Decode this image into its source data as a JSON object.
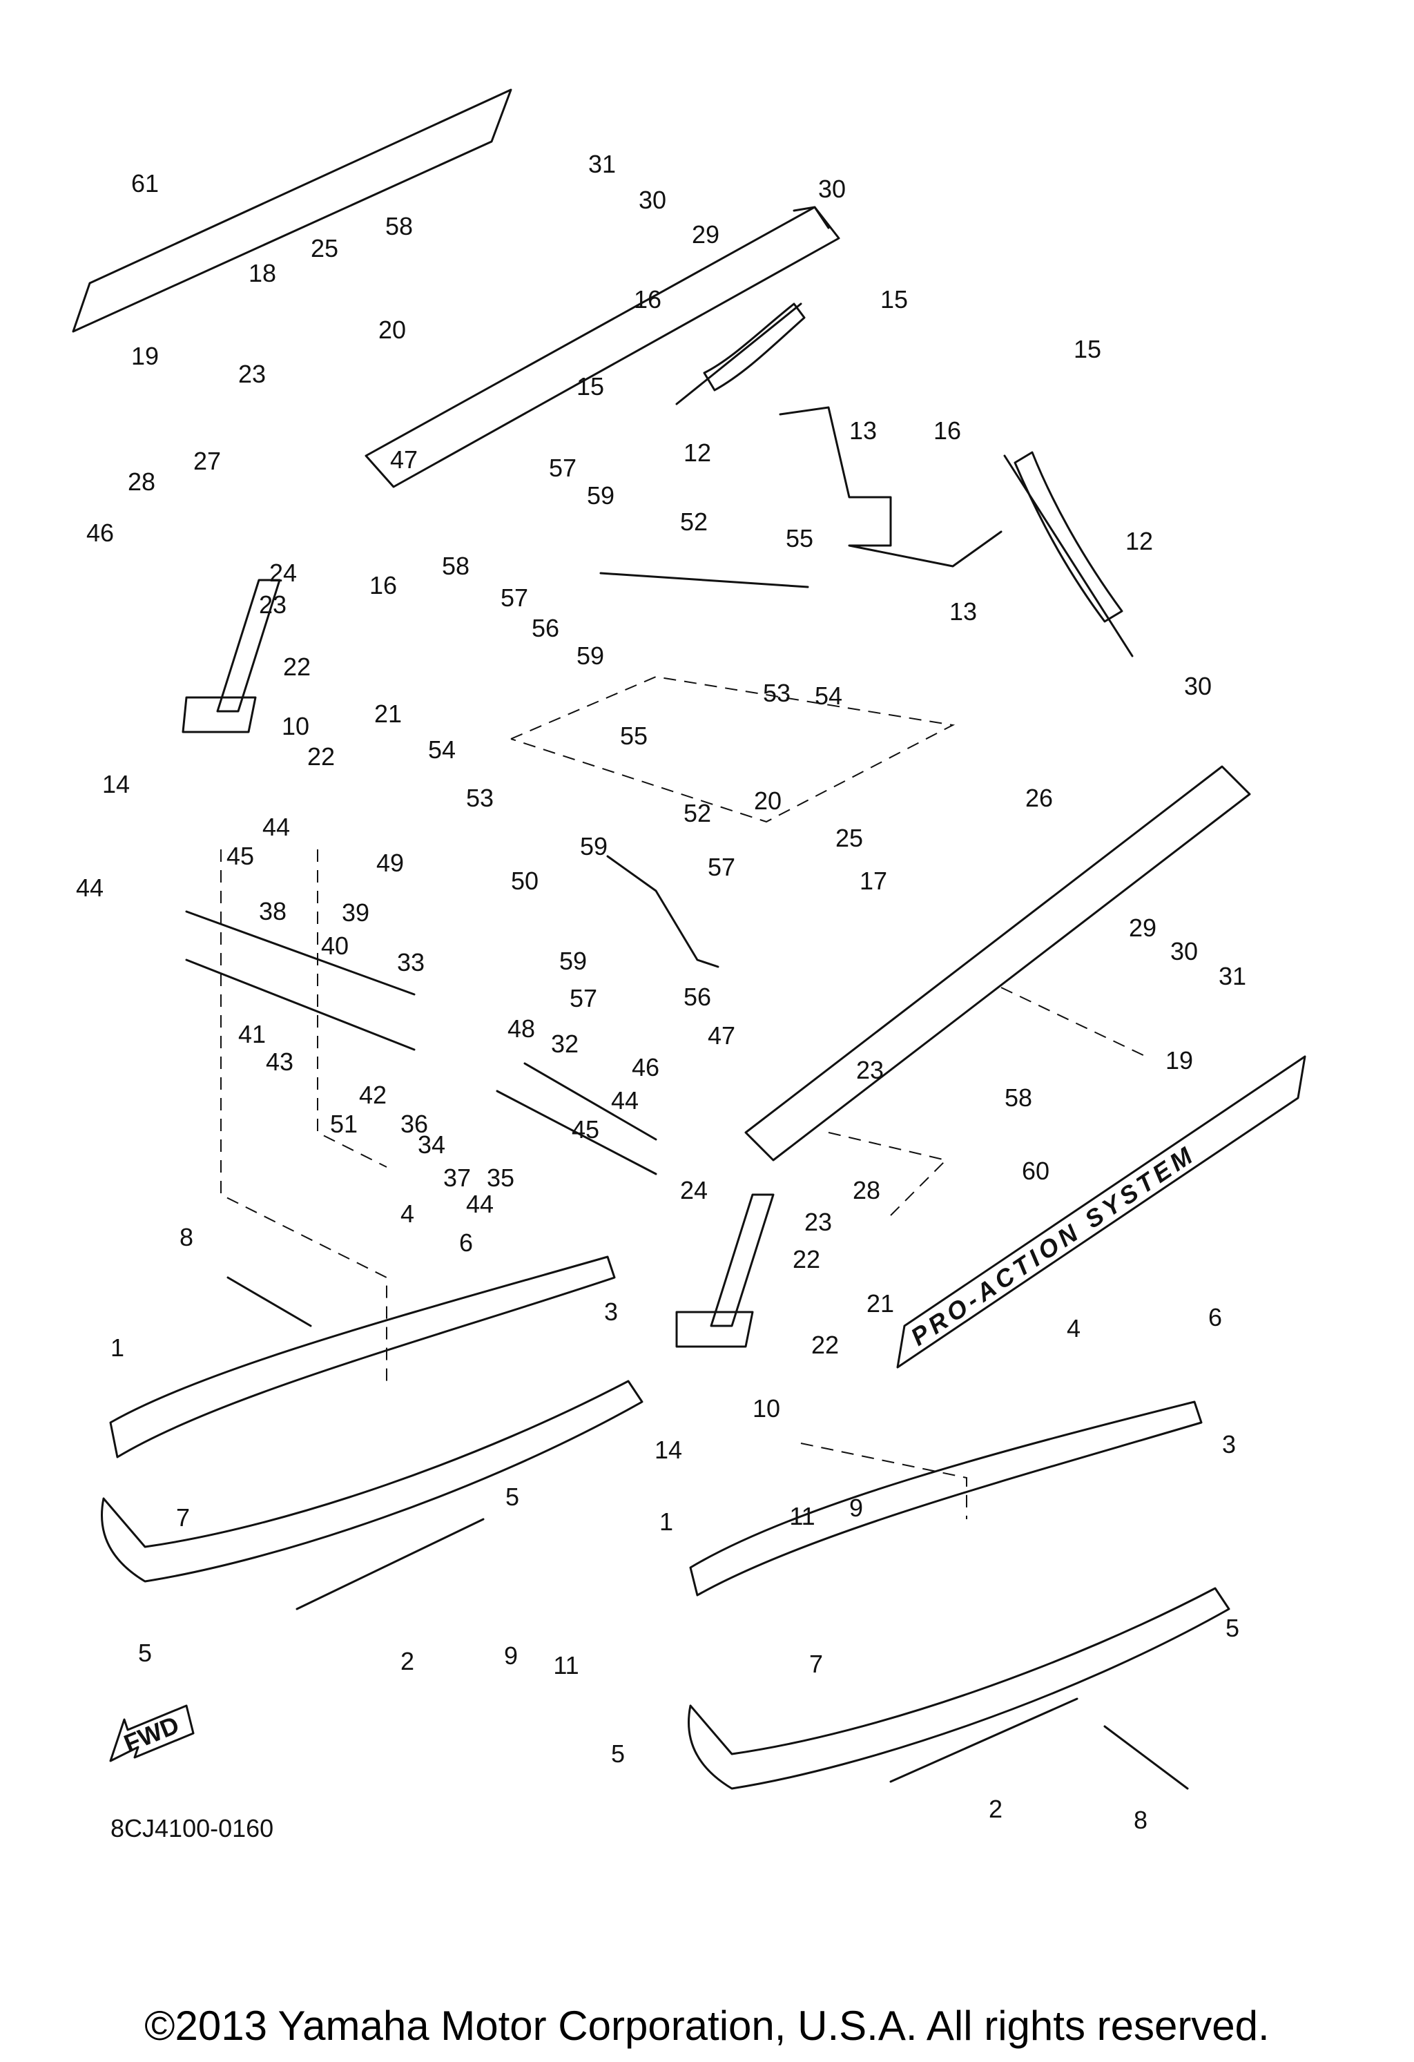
{
  "diagram": {
    "drawing_code": "8CJ4100-0160",
    "fwd_label": "FWD",
    "logo_text": "PRO-ACTION SYSTEM",
    "part_labels": [
      {
        "id": "l1",
        "text": "61"
      },
      {
        "id": "l2",
        "text": "31"
      },
      {
        "id": "l3",
        "text": "30"
      },
      {
        "id": "l4",
        "text": "30"
      },
      {
        "id": "l5",
        "text": "29"
      },
      {
        "id": "l6",
        "text": "58"
      },
      {
        "id": "l7",
        "text": "25"
      },
      {
        "id": "l8",
        "text": "18"
      },
      {
        "id": "l9",
        "text": "19"
      },
      {
        "id": "l10",
        "text": "20"
      },
      {
        "id": "l11",
        "text": "16"
      },
      {
        "id": "l12",
        "text": "15"
      },
      {
        "id": "l13",
        "text": "23"
      },
      {
        "id": "l14",
        "text": "15"
      },
      {
        "id": "l15",
        "text": "13"
      },
      {
        "id": "l16",
        "text": "15"
      },
      {
        "id": "l17",
        "text": "16"
      },
      {
        "id": "l18",
        "text": "12"
      },
      {
        "id": "l19",
        "text": "47"
      },
      {
        "id": "l20",
        "text": "27"
      },
      {
        "id": "l21",
        "text": "28"
      },
      {
        "id": "l22",
        "text": "57"
      },
      {
        "id": "l23",
        "text": "59"
      },
      {
        "id": "l24",
        "text": "46"
      },
      {
        "id": "l25",
        "text": "58"
      },
      {
        "id": "l26",
        "text": "52"
      },
      {
        "id": "l27",
        "text": "12"
      },
      {
        "id": "l28",
        "text": "24"
      },
      {
        "id": "l29",
        "text": "16"
      },
      {
        "id": "l30",
        "text": "55"
      },
      {
        "id": "l31",
        "text": "23"
      },
      {
        "id": "l32",
        "text": "57"
      },
      {
        "id": "l33",
        "text": "13"
      },
      {
        "id": "l34",
        "text": "56"
      },
      {
        "id": "l35",
        "text": "59"
      },
      {
        "id": "l36",
        "text": "22"
      },
      {
        "id": "l37",
        "text": "53"
      },
      {
        "id": "l38",
        "text": "54"
      },
      {
        "id": "l39",
        "text": "21"
      },
      {
        "id": "l40",
        "text": "10"
      },
      {
        "id": "l41",
        "text": "22"
      },
      {
        "id": "l42",
        "text": "30"
      },
      {
        "id": "l43",
        "text": "14"
      },
      {
        "id": "l44",
        "text": "54"
      },
      {
        "id": "l45",
        "text": "55"
      },
      {
        "id": "l46",
        "text": "53"
      },
      {
        "id": "l47",
        "text": "52"
      },
      {
        "id": "l48",
        "text": "26"
      },
      {
        "id": "l49",
        "text": "44"
      },
      {
        "id": "l50",
        "text": "20"
      },
      {
        "id": "l51",
        "text": "25"
      },
      {
        "id": "l52",
        "text": "45"
      },
      {
        "id": "l53",
        "text": "49"
      },
      {
        "id": "l54",
        "text": "50"
      },
      {
        "id": "l55",
        "text": "59"
      },
      {
        "id": "l56",
        "text": "57"
      },
      {
        "id": "l57",
        "text": "17"
      },
      {
        "id": "l58",
        "text": "44"
      },
      {
        "id": "l59",
        "text": "38"
      },
      {
        "id": "l60",
        "text": "39"
      },
      {
        "id": "l61",
        "text": "40"
      },
      {
        "id": "l62",
        "text": "33"
      },
      {
        "id": "l63",
        "text": "59"
      },
      {
        "id": "l64",
        "text": "57"
      },
      {
        "id": "l65",
        "text": "56"
      },
      {
        "id": "l66",
        "text": "29"
      },
      {
        "id": "l67",
        "text": "30"
      },
      {
        "id": "l68",
        "text": "31"
      },
      {
        "id": "l69",
        "text": "41"
      },
      {
        "id": "l70",
        "text": "47"
      },
      {
        "id": "l71",
        "text": "19"
      },
      {
        "id": "l72",
        "text": "43"
      },
      {
        "id": "l73",
        "text": "48"
      },
      {
        "id": "l74",
        "text": "32"
      },
      {
        "id": "l75",
        "text": "46"
      },
      {
        "id": "l76",
        "text": "23"
      },
      {
        "id": "l77",
        "text": "58"
      },
      {
        "id": "l78",
        "text": "42"
      },
      {
        "id": "l79",
        "text": "51"
      },
      {
        "id": "l80",
        "text": "36"
      },
      {
        "id": "l81",
        "text": "34"
      },
      {
        "id": "l82",
        "text": "44"
      },
      {
        "id": "l83",
        "text": "45"
      },
      {
        "id": "l84",
        "text": "37"
      },
      {
        "id": "l85",
        "text": "35"
      },
      {
        "id": "l86",
        "text": "24"
      },
      {
        "id": "l87",
        "text": "28"
      },
      {
        "id": "l88",
        "text": "60"
      },
      {
        "id": "l89",
        "text": "23"
      },
      {
        "id": "l90",
        "text": "8"
      },
      {
        "id": "l91",
        "text": "4"
      },
      {
        "id": "l92",
        "text": "6"
      },
      {
        "id": "l93",
        "text": "44"
      },
      {
        "id": "l94",
        "text": "22"
      },
      {
        "id": "l95",
        "text": "21"
      },
      {
        "id": "l96",
        "text": "3"
      },
      {
        "id": "l97",
        "text": "1"
      },
      {
        "id": "l98",
        "text": "22"
      },
      {
        "id": "l99",
        "text": "4"
      },
      {
        "id": "l100",
        "text": "6"
      },
      {
        "id": "l101",
        "text": "10"
      },
      {
        "id": "l102",
        "text": "14"
      },
      {
        "id": "l103",
        "text": "3"
      },
      {
        "id": "l104",
        "text": "5"
      },
      {
        "id": "l105",
        "text": "7"
      },
      {
        "id": "l106",
        "text": "11"
      },
      {
        "id": "l107",
        "text": "9"
      },
      {
        "id": "l108",
        "text": "1"
      },
      {
        "id": "l109",
        "text": "5"
      },
      {
        "id": "l110",
        "text": "2"
      },
      {
        "id": "l111",
        "text": "9"
      },
      {
        "id": "l112",
        "text": "11"
      },
      {
        "id": "l113",
        "text": "5"
      },
      {
        "id": "l114",
        "text": "7"
      },
      {
        "id": "l115",
        "text": "5"
      },
      {
        "id": "l116",
        "text": "2"
      },
      {
        "id": "l117",
        "text": "8"
      }
    ]
  },
  "footer": {
    "copyright": "©2013 Yamaha Motor Corporation, U.S.A. All rights reserved."
  }
}
